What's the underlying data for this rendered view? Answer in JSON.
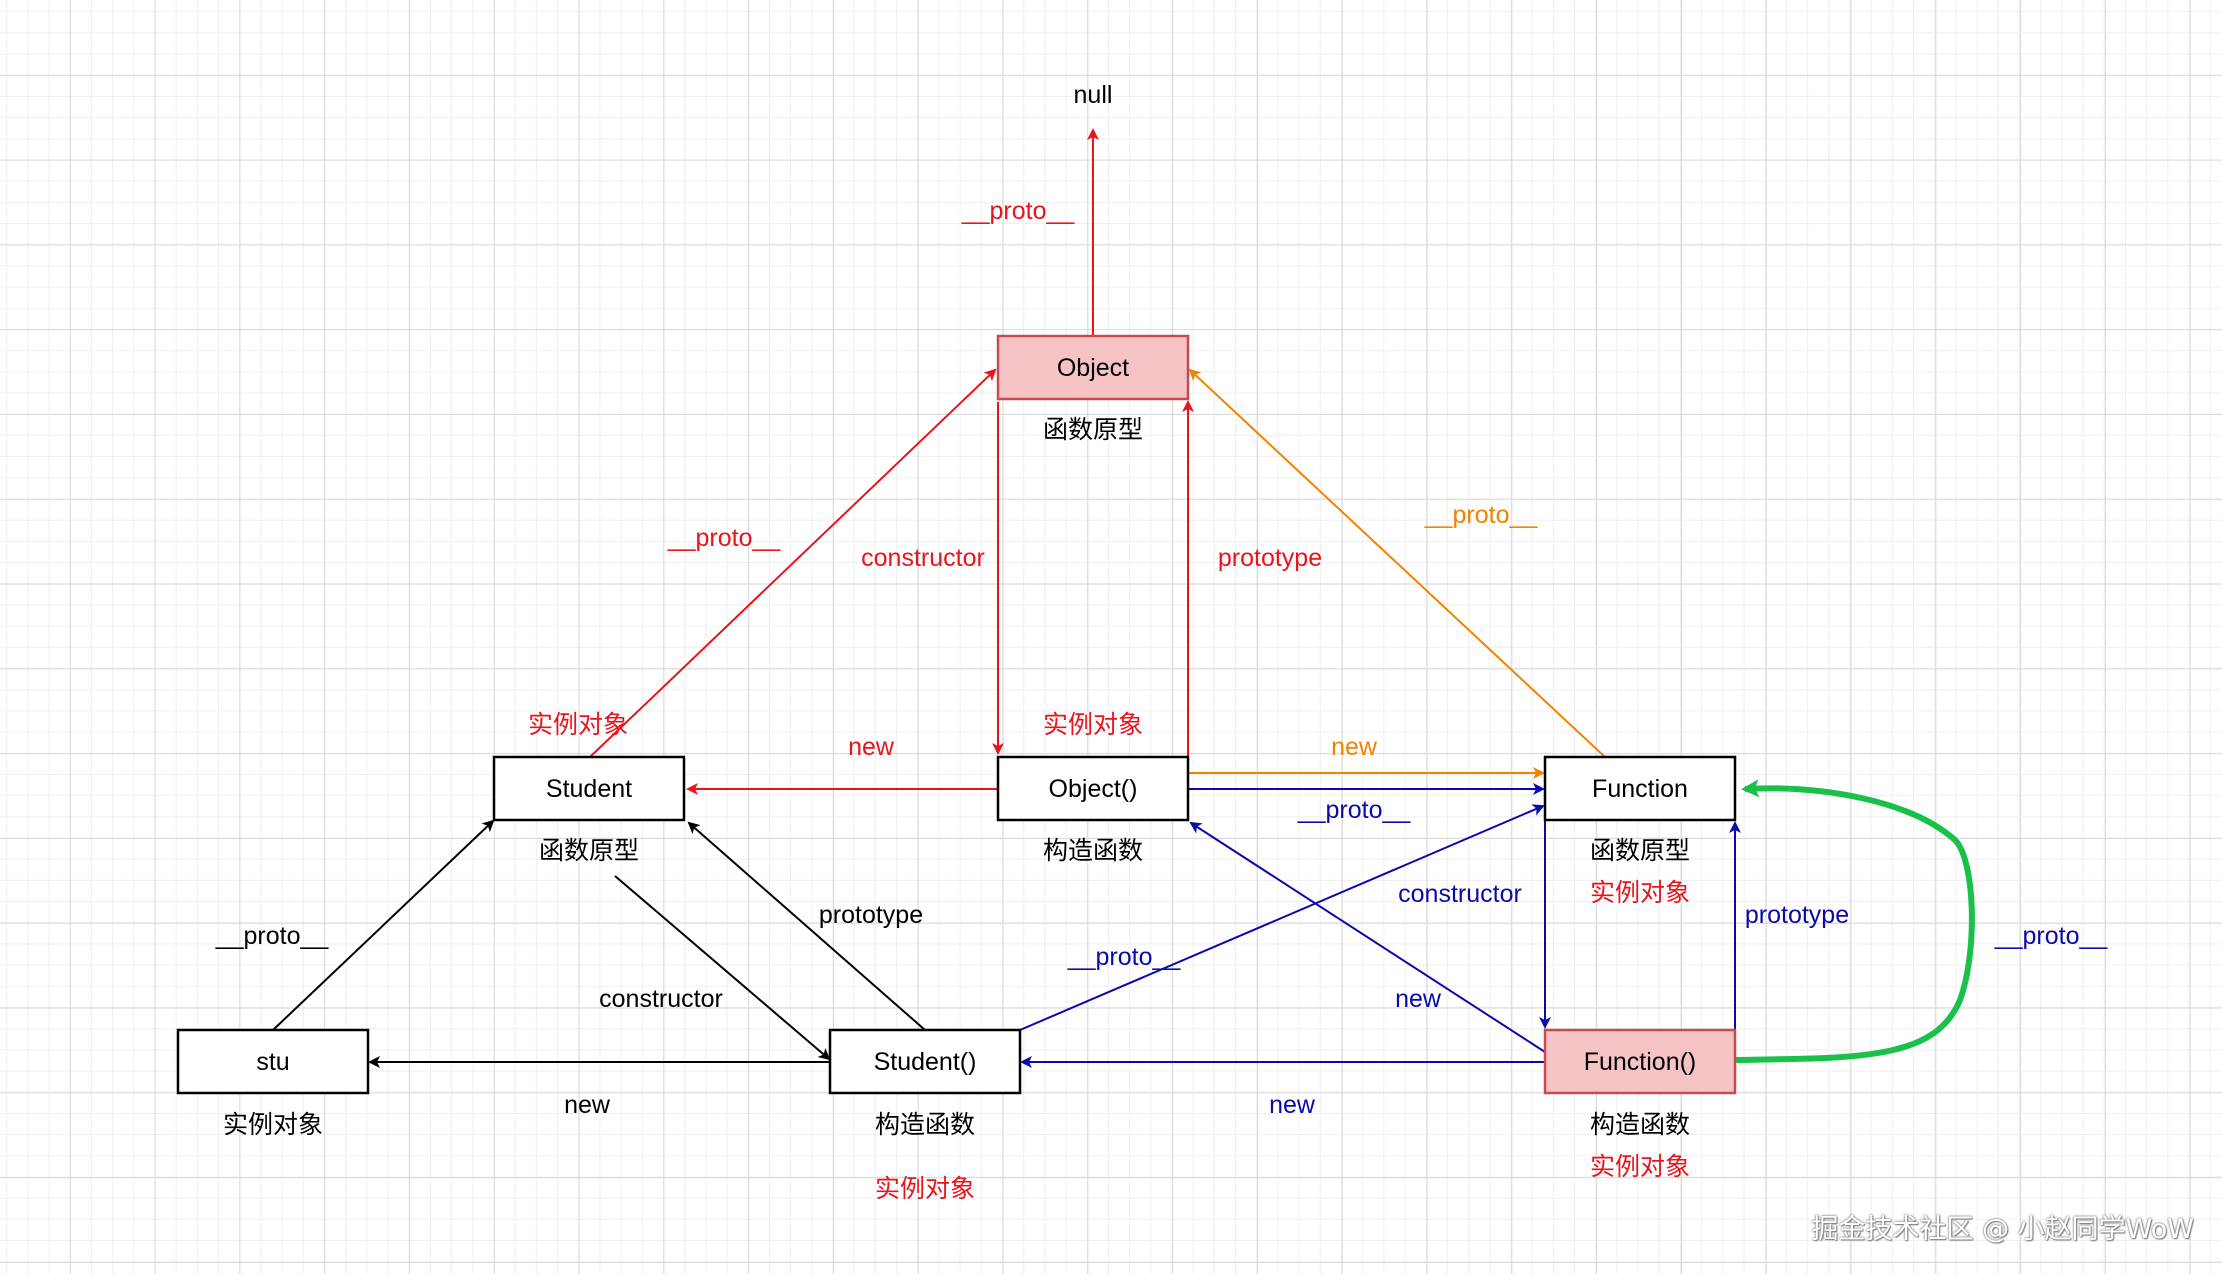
{
  "nodes": {
    "object_proto": "Object",
    "student_proto": "Student",
    "object_ctor": "Object()",
    "function_proto": "Function",
    "stu": "stu",
    "student_ctor": "Student()",
    "function_ctor": "Function()",
    "null": "null"
  },
  "sublabels": {
    "object_proto": "函数原型",
    "student_proto": "函数原型",
    "object_ctor": "构造函数",
    "function_proto": "函数原型",
    "function_proto_instance": "实例对象",
    "stu": "实例对象",
    "student_ctor": "构造函数",
    "student_ctor_instance": "实例对象",
    "function_ctor": "构造函数",
    "function_ctor_instance": "实例对象",
    "student_proto_instance": "实例对象",
    "object_ctor_instance": "实例对象"
  },
  "edge_labels": {
    "object_to_null": "__proto__",
    "student_to_object": "__proto__",
    "object_constructor": "constructor",
    "object_prototype": "prototype",
    "function_to_object": "__proto__",
    "object_new_student": "new",
    "object_new_function": "new",
    "object_ctor_to_function": "__proto__",
    "stu_to_student": "__proto__",
    "student_prototype": "prototype",
    "student_constructor": "constructor",
    "student_new_stu": "new",
    "student_ctor_to_function": "__proto__",
    "function_constructor": "constructor",
    "function_new_object": "new",
    "function_prototype": "prototype",
    "function_self_proto": "__proto__",
    "function_new_student": "new"
  },
  "colors": {
    "black": "#000000",
    "red": "#e8141c",
    "orange": "#f08300",
    "blue": "#0a0aa8",
    "green": "#19c14a",
    "pink_fill": "#f5c3c3",
    "pink_stroke": "#c94a4a"
  },
  "watermark": "掘金技术社区 @ 小赵同学WoW"
}
